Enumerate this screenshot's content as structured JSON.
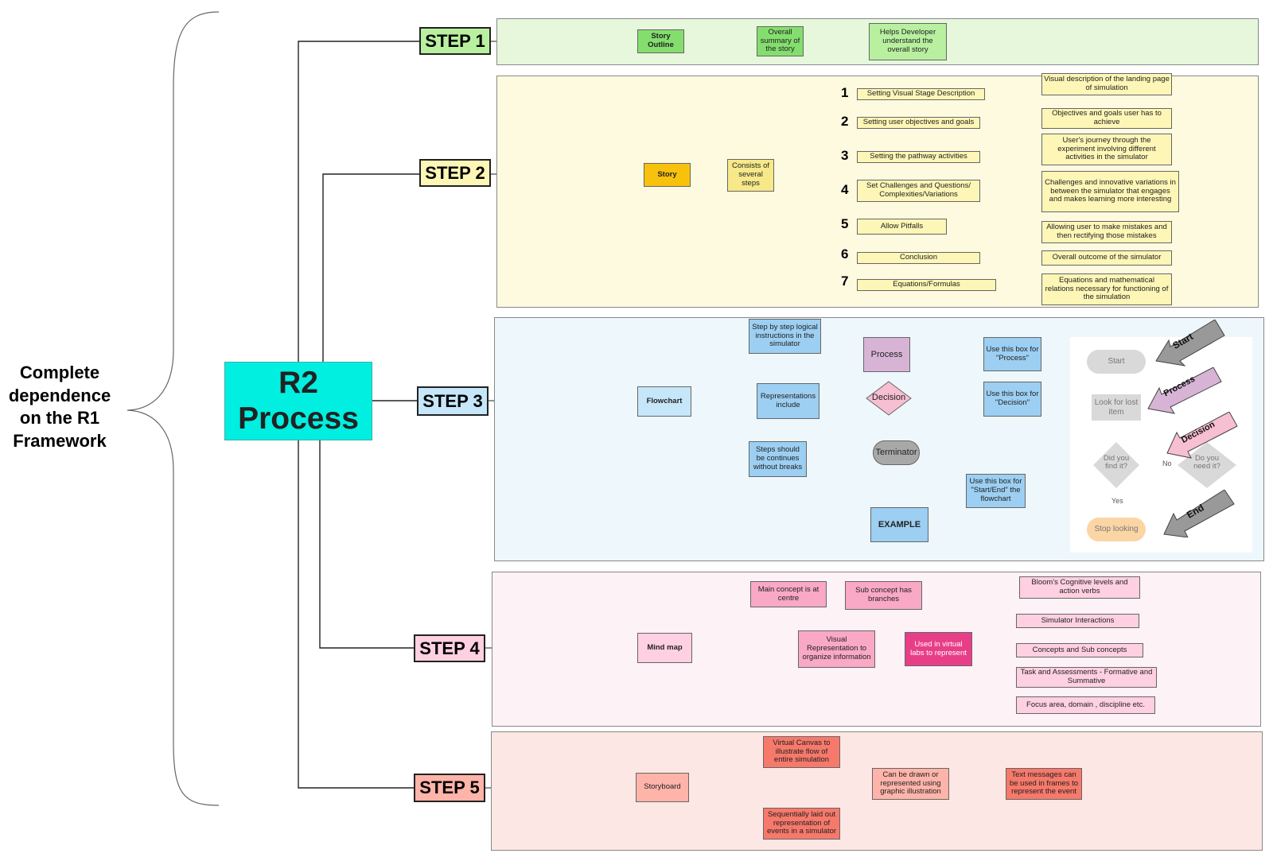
{
  "side_label": [
    "Complete",
    "dependence",
    "on the R1",
    "Framework"
  ],
  "center": {
    "line1": "R2",
    "line2": "Process"
  },
  "colors": {
    "center": "#00efe0",
    "step1": "#b8f0a0",
    "step2": "#fdf6b6",
    "step3": "#c6e6fa",
    "step4": "#ffd0e2",
    "step5": "#ffb4aa"
  },
  "step1": {
    "label": "STEP 1",
    "nodes": [
      "Story Outline",
      "Overall summary of the story",
      "Helps Developer understand the overall story"
    ]
  },
  "step2": {
    "label": "STEP 2",
    "story": "Story",
    "consists": "Consists of several steps",
    "items": [
      {
        "n": "1",
        "label": "Setting Visual Stage Description",
        "desc": "Visual description of the landing page of simulation"
      },
      {
        "n": "2",
        "label": "Setting user objectives and goals",
        "desc": "Objectives and goals user has to achieve"
      },
      {
        "n": "3",
        "label": "Setting the pathway activities",
        "desc": "User's journey through the experiment involving different activities in the simulator"
      },
      {
        "n": "4",
        "label": "Set Challenges and Questions/ Complexities/Variations",
        "desc": "Challenges and innovative variations in between the simulator that engages and makes learning more interesting"
      },
      {
        "n": "5",
        "label": "Allow Pitfalls",
        "desc": "Allowing user to make mistakes and then rectifying those mistakes"
      },
      {
        "n": "6",
        "label": "Conclusion",
        "desc": "Overall outcome of the simulator"
      },
      {
        "n": "7",
        "label": "Equations/Formulas",
        "desc": "Equations and mathematical relations necessary for functioning of the simulation"
      }
    ]
  },
  "step3": {
    "label": "STEP 3",
    "flowchart": "Flowchart",
    "instructions": "Step by step logical instructions in the simulator",
    "representations": "Representations include",
    "continues": "Steps should be continues without breaks",
    "process": "Process",
    "decision": "Decision",
    "terminator": "Terminator",
    "use_process": "Use this box for \"Process\"",
    "use_decision": "Use this box for \"Decision\"",
    "use_terminator": "Use this box for \"Start/End\" the flowchart",
    "example": "EXAMPLE",
    "example_flow": {
      "start": "Start",
      "look": "Look for lost item",
      "found": "Did you find it?",
      "need": "Do you need it?",
      "no": "No",
      "yes": "Yes",
      "stop": "Stop looking"
    },
    "arrows": {
      "start": "Start",
      "process": "Process",
      "decision": "Decision",
      "end": "End"
    }
  },
  "step4": {
    "label": "STEP 4",
    "mindmap": "Mind map",
    "main_concept": "Main concept is at centre",
    "sub_concept": "Sub concept has branches",
    "visual": "Visual Representation to organize information",
    "used": "Used in virtual labs to represent",
    "items": [
      "Bloom's Cognitive levels and action verbs",
      "Simulator Interactions",
      "Concepts and Sub concepts",
      "Task and Assessments - Formative and Summative",
      "Focus area, domain , discipline etc."
    ]
  },
  "step5": {
    "label": "STEP 5",
    "storyboard": "Storyboard",
    "canvas": "Virtual Canvas to illustrate flow of entire simulation",
    "sequential": "Sequentially laid out representation of events in a simulator",
    "drawn": "Can be drawn or represented using graphic illustration",
    "text": "Text messages can be used in frames to represent the event"
  }
}
